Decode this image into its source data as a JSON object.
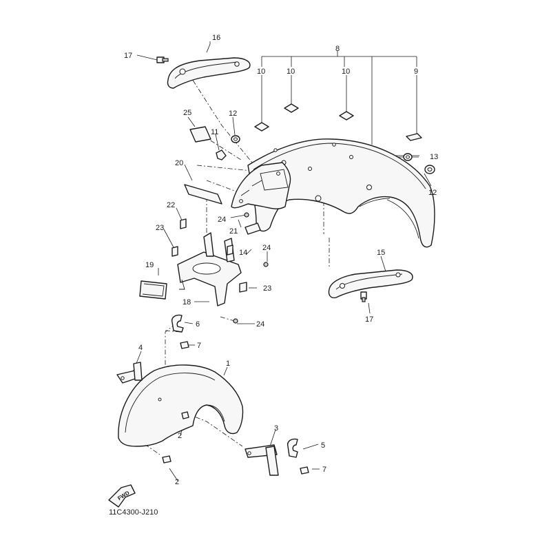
{
  "diagram_code": "11C4300-J210",
  "fwd_label": "FWD",
  "callouts": {
    "c1": "1",
    "c2a": "2",
    "c2b": "2",
    "c3": "3",
    "c4": "4",
    "c5": "5",
    "c6": "6",
    "c7a": "7",
    "c7b": "7",
    "c8": "8",
    "c9": "9",
    "c10a": "10",
    "c10b": "10",
    "c10c": "10",
    "c11": "11",
    "c12a": "12",
    "c12b": "12",
    "c13": "13",
    "c14": "14",
    "c15": "15",
    "c16": "16",
    "c17a": "17",
    "c17b": "17",
    "c18": "18",
    "c19": "19",
    "c20": "20",
    "c21": "21",
    "c22": "22",
    "c23a": "23",
    "c23b": "23",
    "c24a": "24",
    "c24b": "24",
    "c24c": "24",
    "c25": "25"
  }
}
